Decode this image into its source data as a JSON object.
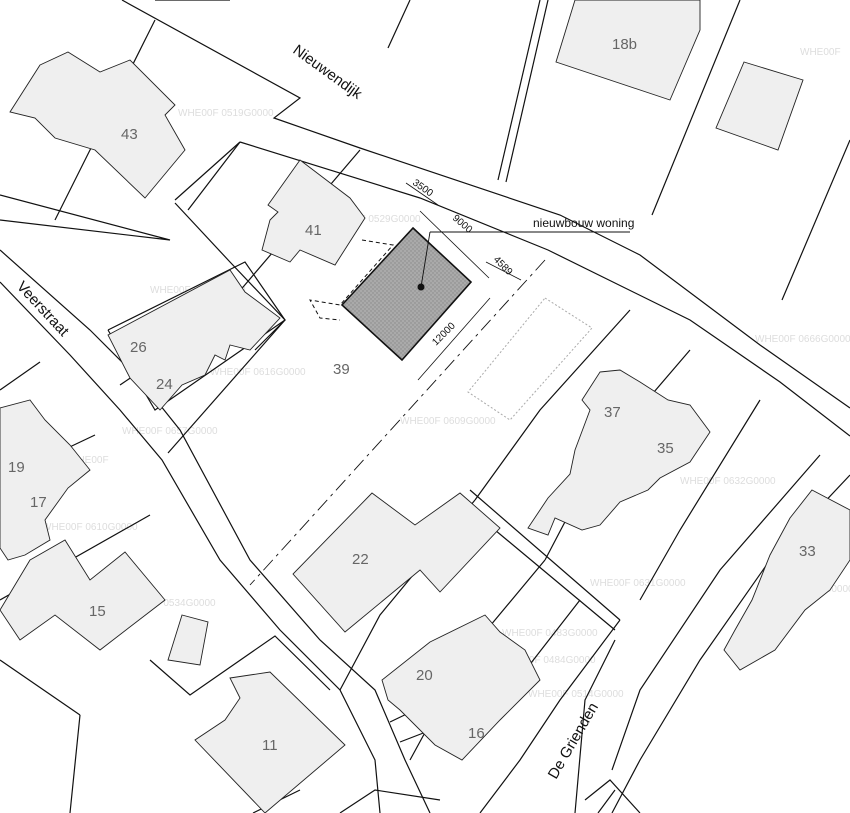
{
  "streets": {
    "nieuwendijk": "Nieuwendijk",
    "veerstraat": "Veerstraat",
    "de_grienden": "De Grienden"
  },
  "house_numbers": {
    "n18b": "18b",
    "n43": "43",
    "n41": "41",
    "n26": "26",
    "n24": "24",
    "n39": "39",
    "n37": "37",
    "n35": "35",
    "n19": "19",
    "n17": "17",
    "n15": "15",
    "n22": "22",
    "n33": "33",
    "n20": "20",
    "n16": "16",
    "n11": "11"
  },
  "new_building": {
    "label": "nieuwbouw woning",
    "dim_setback": "3500",
    "dim_width": "9000",
    "dim_side": "4589",
    "dim_depth": "12000"
  },
  "parcel_ids": {
    "w1": "WHE00F",
    "w2": "WHE00F 0519G0000",
    "w3": "WHE00F 0529G0000",
    "w4": "WHE00F 0616G0000",
    "w5": "WHE00F 0528G0000",
    "w6": "WHE00F 0609G0000",
    "w7": "WHE00F 0632G0000",
    "w8": "WHE00F 0631G0000",
    "w9": "WHE00F 0577G0000",
    "w10": "WHE00F 0483G0000",
    "w11": "WHE00F 0484G0000",
    "w12": "WHE00F 0514G0000",
    "w13": "WHE00F 0657G0000",
    "w14": "WHE00F 0610G0000",
    "w15": "WHE00F 0534G0000",
    "w16": "WHE00F 0666G0000"
  },
  "colors": {
    "background": "#ffffff",
    "building_fill": "#efefef",
    "new_building_fill": "#a8a8a8",
    "line": "#111111",
    "label": "#666666"
  }
}
